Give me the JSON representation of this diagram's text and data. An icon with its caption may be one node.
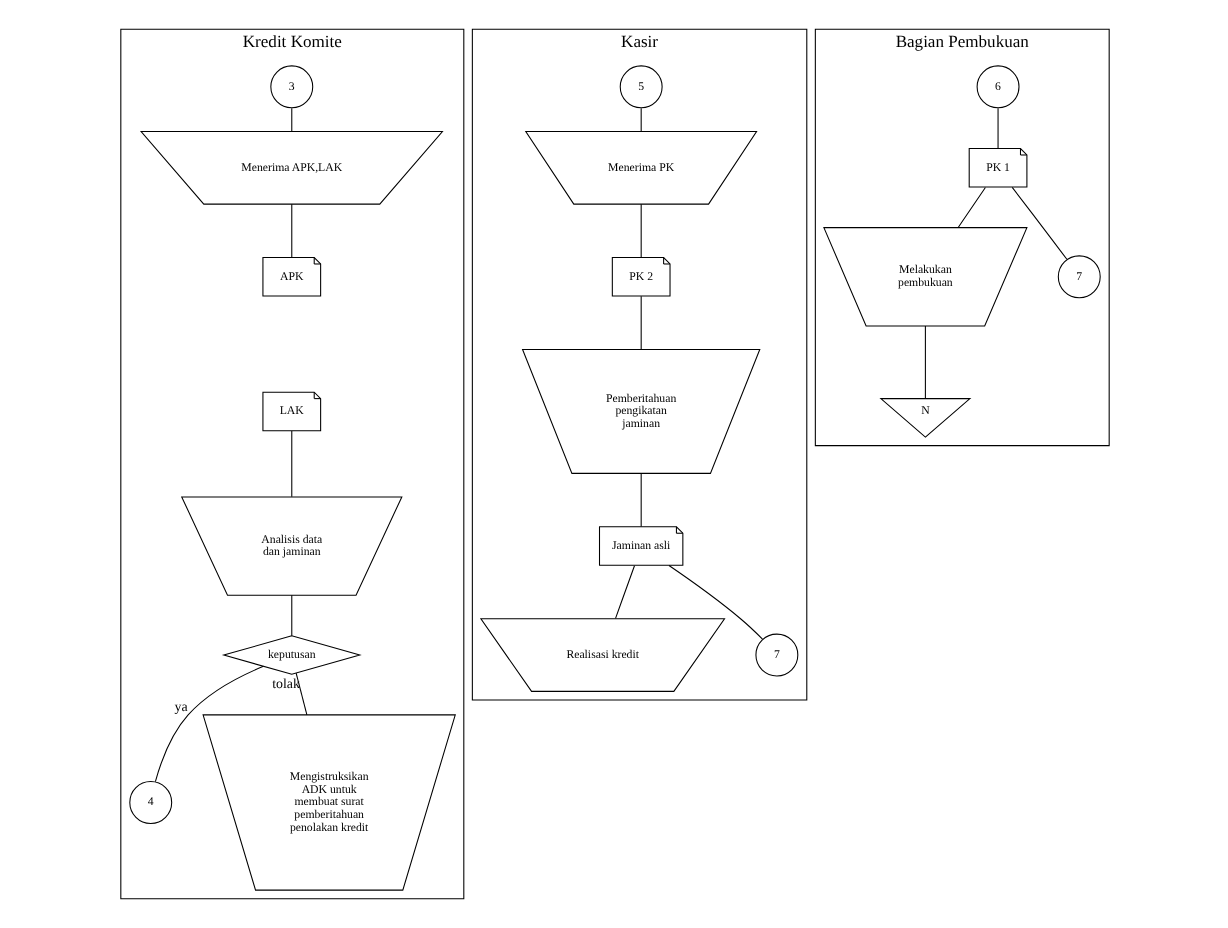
{
  "diagram": {
    "nodes": [
      {
        "text": [
          "Kredit Komite"
        ]
      },
      {
        "text": [
          "3"
        ],
        "in": 0
      },
      {
        "text": [
          "Menerima APK,LAK"
        ],
        "in": 0
      },
      {
        "text": [
          "APK"
        ],
        "in": 0
      },
      {
        "text": [
          "LAK"
        ],
        "in": 0
      },
      {
        "text": [
          "Analisis data dan jaminan"
        ],
        "in": 0
      },
      {
        "text": [
          "keputusan"
        ],
        "in": 0
      },
      {
        "text": [
          "4"
        ],
        "in": 0
      },
      {
        "text": [
          "Mengistruksikan ADK untuk membuat surat pemberitahuan penolakan kredit"
        ],
        "in": 0
      },
      {
        "text": [
          "Kasir"
        ]
      },
      {
        "text": [
          "5"
        ],
        "in": 9
      },
      {
        "text": [
          "Menerima PK"
        ],
        "in": 9
      },
      {
        "text": [
          "PK 2"
        ],
        "in": 9
      },
      {
        "text": [
          "Pemberitahuan pengikatan jaminan"
        ],
        "in": 9
      },
      {
        "text": [
          "Jaminan asli"
        ],
        "in": 9
      },
      {
        "text": [
          "Realisasi kredit"
        ],
        "in": 9
      },
      {
        "text": [
          "7"
        ],
        "in": 9
      },
      {
        "text": [
          "Bagian Pembukuan"
        ]
      },
      {
        "text": [
          "6"
        ],
        "in": 17
      },
      {
        "text": [
          "PK 1"
        ],
        "in": 17
      },
      {
        "text": [
          "Melakukan pembukuan"
        ],
        "in": 17
      },
      {
        "text": [
          "7"
        ],
        "in": 17
      },
      {
        "text": [
          "N"
        ],
        "in": 17
      }
    ],
    "edges": [
      {
        "from": 1,
        "to": 2,
        "arrow": "none"
      },
      {
        "from": 2,
        "to": 3,
        "arrow": "none"
      },
      {
        "from": 4,
        "to": 5,
        "arrow": "none"
      },
      {
        "from": 5,
        "to": 6,
        "arrow": "none"
      },
      {
        "from": 6,
        "to": 8,
        "arrow": "none",
        "label": "tolak"
      },
      {
        "from": 6,
        "to": 7,
        "arrow": "none",
        "label": "ya"
      },
      {
        "from": 10,
        "to": 11,
        "arrow": "none"
      },
      {
        "from": 11,
        "to": 12,
        "arrow": "none"
      },
      {
        "from": 12,
        "to": 13,
        "arrow": "none"
      },
      {
        "from": 13,
        "to": 14,
        "arrow": "none"
      },
      {
        "from": 14,
        "to": 15,
        "arrow": "none"
      },
      {
        "from": 14,
        "to": 16,
        "arrow": "none"
      },
      {
        "from": 18,
        "to": 19,
        "arrow": "none"
      },
      {
        "from": 19,
        "to": 20,
        "arrow": "none"
      },
      {
        "from": 19,
        "to": 21,
        "arrow": "none"
      },
      {
        "from": 20,
        "to": 22,
        "arrow": "none"
      }
    ]
  }
}
